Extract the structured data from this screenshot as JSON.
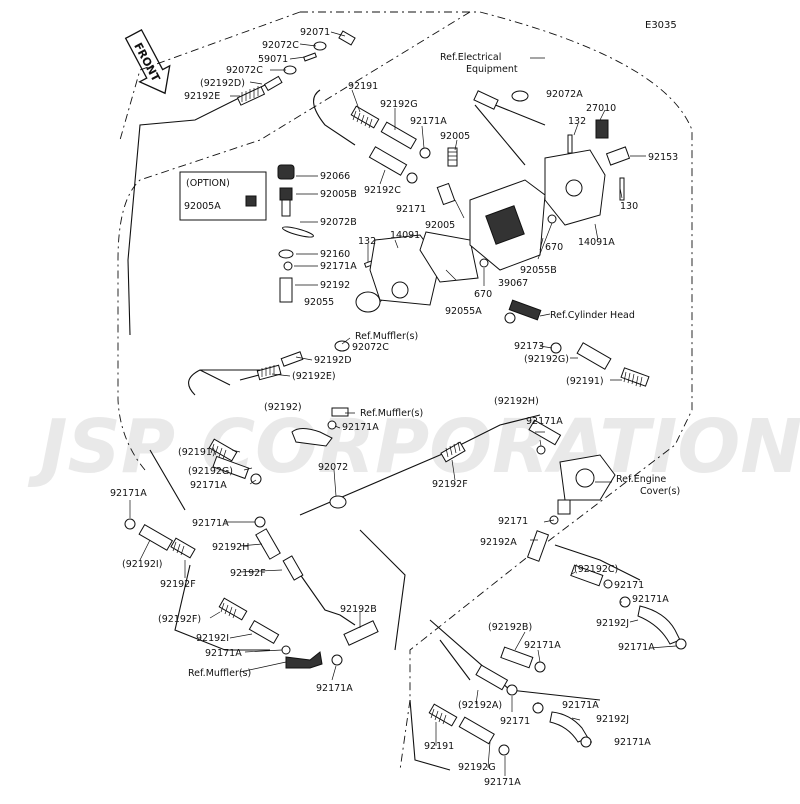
{
  "diagram_code": "E3035",
  "front_label": "FRONT",
  "watermark": "JSP CORPORATION",
  "option_label": "(OPTION)",
  "labels": [
    {
      "id": "l1",
      "text": "92071"
    },
    {
      "id": "l2",
      "text": "92072C"
    },
    {
      "id": "l3",
      "text": "59071"
    },
    {
      "id": "l4",
      "text": "92072C"
    },
    {
      "id": "l5",
      "text": "(92192D)"
    },
    {
      "id": "l6",
      "text": "92192E"
    },
    {
      "id": "l7",
      "text": "92191"
    },
    {
      "id": "l8",
      "text": "92192G"
    },
    {
      "id": "l9",
      "text": "92171A"
    },
    {
      "id": "l10",
      "text": "92005"
    },
    {
      "id": "l11",
      "text": "92066"
    },
    {
      "id": "l12",
      "text": "92005B"
    },
    {
      "id": "l13",
      "text": "92192C"
    },
    {
      "id": "l14",
      "text": "92171"
    },
    {
      "id": "l15",
      "text": "92005A"
    },
    {
      "id": "l16",
      "text": "92072B"
    },
    {
      "id": "l17",
      "text": "132"
    },
    {
      "id": "l18",
      "text": "14091"
    },
    {
      "id": "l19",
      "text": "92160"
    },
    {
      "id": "l20",
      "text": "92171A"
    },
    {
      "id": "l21",
      "text": "92192"
    },
    {
      "id": "l22",
      "text": "92055"
    },
    {
      "id": "l23",
      "text": "92005"
    },
    {
      "id": "l24",
      "text": "670"
    },
    {
      "id": "l25",
      "text": "39067"
    },
    {
      "id": "l26",
      "text": "92055B"
    },
    {
      "id": "l27",
      "text": "670"
    },
    {
      "id": "l28",
      "text": "92055A"
    },
    {
      "id": "l29",
      "text": "Ref.Electrical"
    },
    {
      "id": "l30",
      "text": "Equipment"
    },
    {
      "id": "l31",
      "text": "92072A"
    },
    {
      "id": "l32",
      "text": "132"
    },
    {
      "id": "l33",
      "text": "27010"
    },
    {
      "id": "l34",
      "text": "92153"
    },
    {
      "id": "l35",
      "text": "130"
    },
    {
      "id": "l36",
      "text": "14091A"
    },
    {
      "id": "l37",
      "text": "Ref.Cylinder Head"
    },
    {
      "id": "l38",
      "text": "92173"
    },
    {
      "id": "l39",
      "text": "(92192G)"
    },
    {
      "id": "l40",
      "text": "(92191)"
    },
    {
      "id": "l41",
      "text": "Ref.Muffler(s)"
    },
    {
      "id": "l42",
      "text": "92072C"
    },
    {
      "id": "l43",
      "text": "92192D"
    },
    {
      "id": "l44",
      "text": "(92192E)"
    },
    {
      "id": "l45",
      "text": "(92192)"
    },
    {
      "id": "l46",
      "text": "Ref.Muffler(s)"
    },
    {
      "id": "l47",
      "text": "92171A"
    },
    {
      "id": "l48",
      "text": "(92192H)"
    },
    {
      "id": "l49",
      "text": "92171A"
    },
    {
      "id": "l50",
      "text": "Ref.Engine"
    },
    {
      "id": "l51",
      "text": "Cover(s)"
    },
    {
      "id": "l52",
      "text": "(92191)"
    },
    {
      "id": "l53",
      "text": "(92192G)"
    },
    {
      "id": "l54",
      "text": "92171A"
    },
    {
      "id": "l55",
      "text": "92072"
    },
    {
      "id": "l56",
      "text": "92192F"
    },
    {
      "id": "l57",
      "text": "92171"
    },
    {
      "id": "l58",
      "text": "92192A"
    },
    {
      "id": "l59",
      "text": "92171A"
    },
    {
      "id": "l60",
      "text": "92171A"
    },
    {
      "id": "l61",
      "text": "92192H"
    },
    {
      "id": "l62",
      "text": "(92192I)"
    },
    {
      "id": "l63",
      "text": "92192F"
    },
    {
      "id": "l64",
      "text": "92192F"
    },
    {
      "id": "l65",
      "text": "(92192C)"
    },
    {
      "id": "l66",
      "text": "92171"
    },
    {
      "id": "l67",
      "text": "92171A"
    },
    {
      "id": "l68",
      "text": "92192J"
    },
    {
      "id": "l69",
      "text": "92171A"
    },
    {
      "id": "l70",
      "text": "(92192F)"
    },
    {
      "id": "l71",
      "text": "92192I"
    },
    {
      "id": "l72",
      "text": "92171A"
    },
    {
      "id": "l73",
      "text": "Ref.Muffler(s)"
    },
    {
      "id": "l74",
      "text": "92171A"
    },
    {
      "id": "l75",
      "text": "92192B"
    },
    {
      "id": "l76",
      "text": "(92192B)"
    },
    {
      "id": "l77",
      "text": "92171A"
    },
    {
      "id": "l78",
      "text": "(92192A)"
    },
    {
      "id": "l79",
      "text": "92171"
    },
    {
      "id": "l80",
      "text": "92171A"
    },
    {
      "id": "l81",
      "text": "92192J"
    },
    {
      "id": "l82",
      "text": "92171A"
    },
    {
      "id": "l83",
      "text": "92191"
    },
    {
      "id": "l84",
      "text": "92192G"
    },
    {
      "id": "l85",
      "text": "92171A"
    }
  ]
}
